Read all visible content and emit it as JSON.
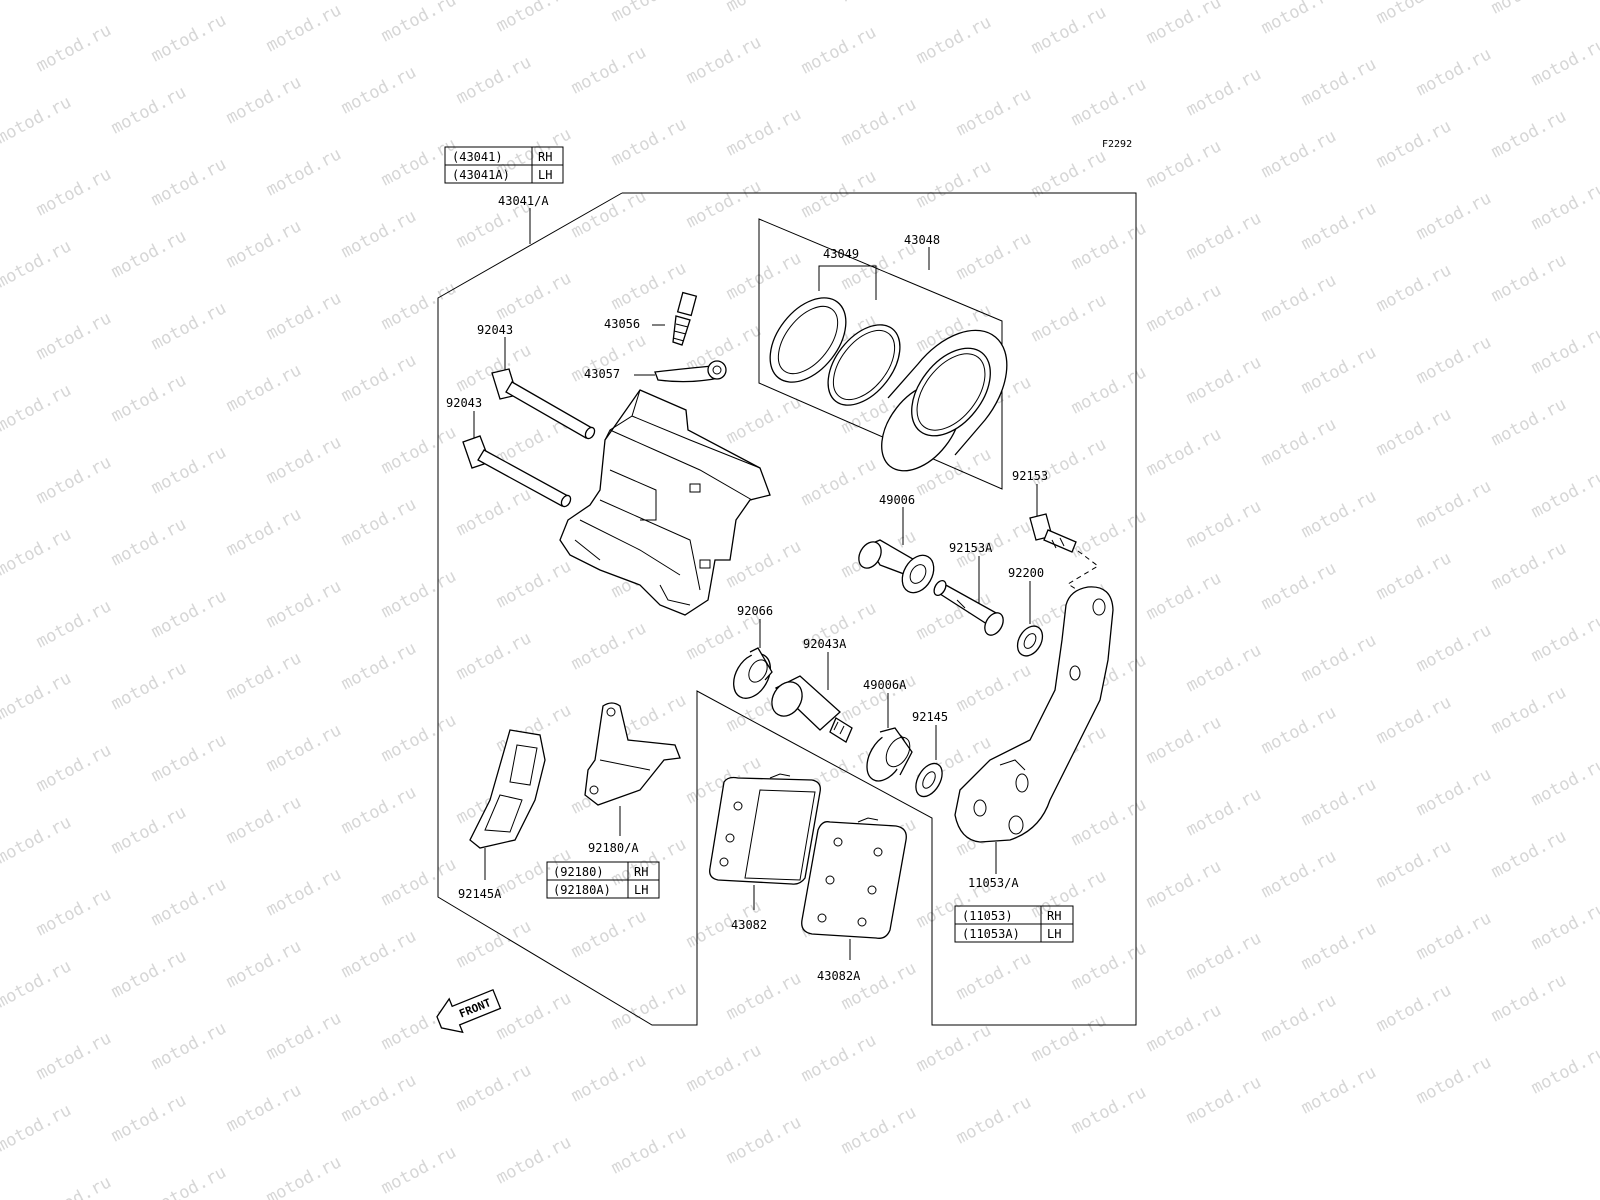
{
  "watermark": "motod.ru",
  "figure_code": "F2292",
  "callouts": {
    "c43041A": "43041/A",
    "c43049": "43049",
    "c43048": "43048",
    "c43056": "43056",
    "c43057": "43057",
    "c92043_1": "92043",
    "c92043_2": "92043",
    "c92153": "92153",
    "c49006": "49006",
    "c92153A": "92153A",
    "c92200": "92200",
    "c92066": "92066",
    "c92043A": "92043A",
    "c49006A": "49006A",
    "c92145": "92145",
    "c92180A": "92180/A",
    "c92145A": "92145A",
    "c43082": "43082",
    "c43082A": "43082A",
    "c11053A": "11053/A",
    "front": "FRONT"
  },
  "tables": {
    "t43041": [
      {
        "code": "(43041)",
        "side": "RH"
      },
      {
        "code": "(43041A)",
        "side": "LH"
      }
    ],
    "t92180": [
      {
        "code": "(92180)",
        "side": "RH"
      },
      {
        "code": "(92180A)",
        "side": "LH"
      }
    ],
    "t11053": [
      {
        "code": "(11053)",
        "side": "RH"
      },
      {
        "code": "(11053A)",
        "side": "LH"
      }
    ]
  }
}
